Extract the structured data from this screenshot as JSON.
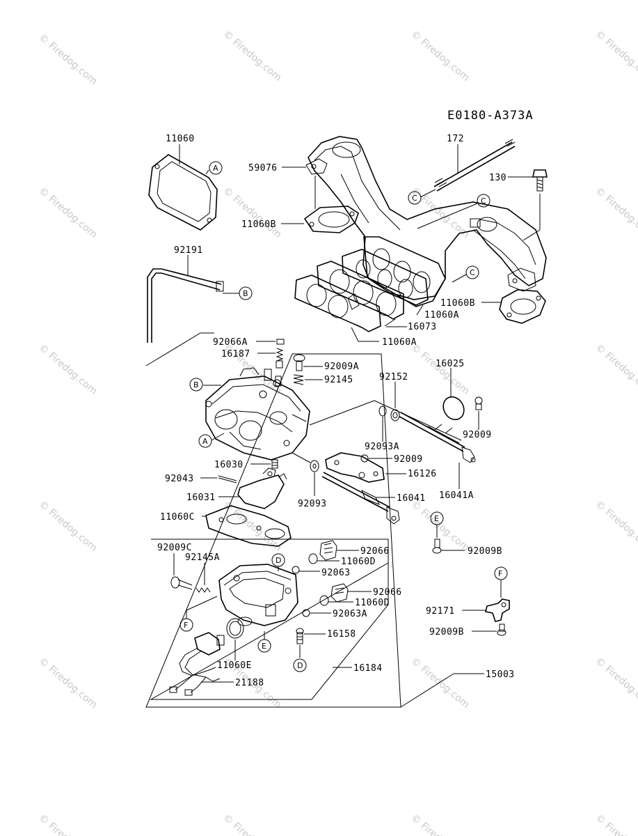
{
  "diagram_code": "E0180-A373A",
  "watermark": "© Firedog.com",
  "part_labels": {
    "p11060": "11060",
    "p59076": "59076",
    "p11060B_top": "11060B",
    "p172": "172",
    "p130": "130",
    "p92191": "92191",
    "p11060B": "11060B",
    "p11060A_1": "11060A",
    "p16073": "16073",
    "p11060A_2": "11060A",
    "p92066A": "92066A",
    "p16187": "16187",
    "p92009A": "92009A",
    "p92145": "92145",
    "p16025": "16025",
    "p92152": "92152",
    "p92009_1": "92009",
    "p92093A": "92093A",
    "p92009_2": "92009",
    "p16030": "16030",
    "p16126": "16126",
    "p92043": "92043",
    "p16041A": "16041A",
    "p16031": "16031",
    "p16041": "16041",
    "p92093": "92093",
    "p11060C": "11060C",
    "p92009C": "92009C",
    "p92145A": "92145A",
    "p92066_1": "92066",
    "p11060D_1": "11060D",
    "p92063": "92063",
    "p92066_2": "92066",
    "p11060D_2": "11060D",
    "p92063A": "92063A",
    "p92009B_1": "92009B",
    "p92171": "92171",
    "p92009B_2": "92009B",
    "p16158": "16158",
    "p11060E": "11060E",
    "p16184": "16184",
    "p21188": "21188",
    "p15003": "15003"
  },
  "callouts": {
    "a1": "A",
    "a2": "A",
    "b1": "B",
    "b2": "B",
    "c1": "C",
    "c2": "C",
    "c3": "C",
    "d1": "D",
    "d2": "D",
    "e1": "E",
    "e2": "E",
    "f1": "F",
    "f2": "F"
  }
}
